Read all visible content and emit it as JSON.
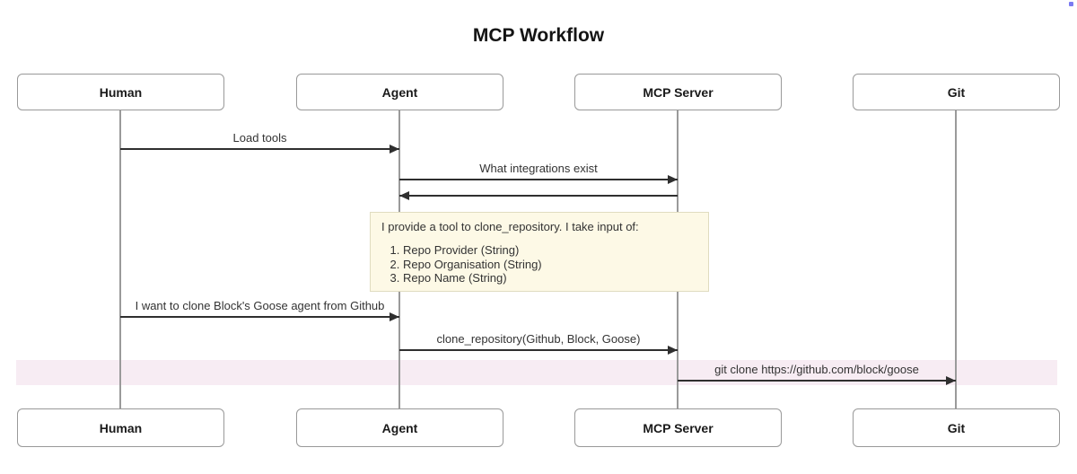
{
  "title": "MCP Workflow",
  "actors": [
    {
      "label": "Human"
    },
    {
      "label": "Agent"
    },
    {
      "label": "MCP Server"
    },
    {
      "label": "Git"
    }
  ],
  "messages": [
    {
      "label": "Load tools",
      "from": "Human",
      "to": "Agent",
      "direction": "right"
    },
    {
      "label": "What integrations exist",
      "from": "Agent",
      "to": "MCP Server",
      "direction": "right"
    },
    {
      "label": "",
      "from": "MCP Server",
      "to": "Agent",
      "direction": "left"
    },
    {
      "label": "I want to clone Block's Goose agent from Github",
      "from": "Human",
      "to": "Agent",
      "direction": "right"
    },
    {
      "label": "clone_repository(Github, Block, Goose)",
      "from": "Agent",
      "to": "MCP Server",
      "direction": "right"
    },
    {
      "label": "git clone https://github.com/block/goose",
      "from": "MCP Server",
      "to": "Git",
      "direction": "right",
      "highlighted": true
    }
  ],
  "note": {
    "intro": "I provide a tool to clone_repository. I take input of:",
    "items": [
      "Repo Provider (String)",
      "Repo Organisation (String)",
      "Repo Name (String)"
    ]
  },
  "colors": {
    "highlight_band": "#f7ecf3",
    "note_background": "#fdf9e6",
    "note_border": "#e0dcc0",
    "lifeline": "#9a9a9a",
    "arrow": "#2f2f2f",
    "accent_dot": "#7b7bf1"
  }
}
